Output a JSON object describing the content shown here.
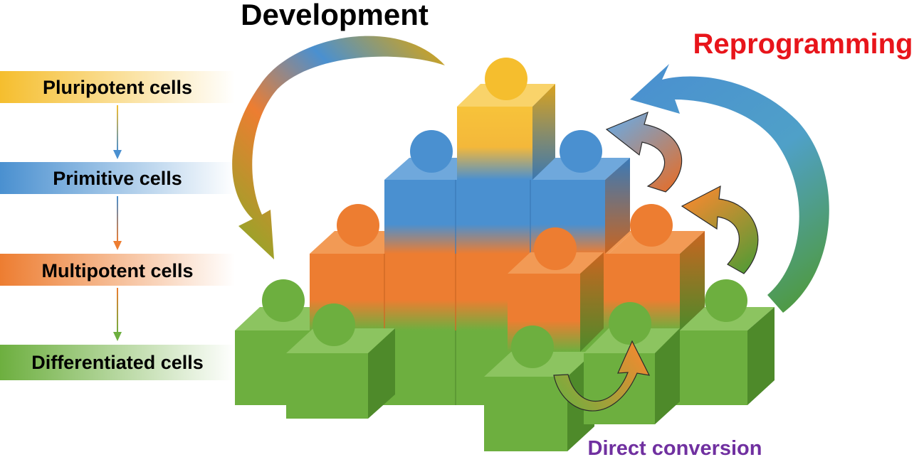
{
  "title": "Development",
  "reprogramming_label": "Reprogramming",
  "direct_conversion_label": "Direct conversion",
  "stages": [
    {
      "label": "Pluripotent cells",
      "color": "#F5BE2E"
    },
    {
      "label": "Primitive cells",
      "color": "#4A90D0"
    },
    {
      "label": "Multipotent cells",
      "color": "#ED7D31"
    },
    {
      "label": "Differentiated cells",
      "color": "#6DAF3F"
    }
  ],
  "colors": {
    "pluripotent": "#F5BE2E",
    "primitive": "#4A90D0",
    "multipotent": "#ED7D31",
    "differentiated": "#6DAF3F",
    "reprogramming_text": "#E8151B",
    "direct_conversion_text": "#7030A0",
    "title_text": "#000000"
  }
}
